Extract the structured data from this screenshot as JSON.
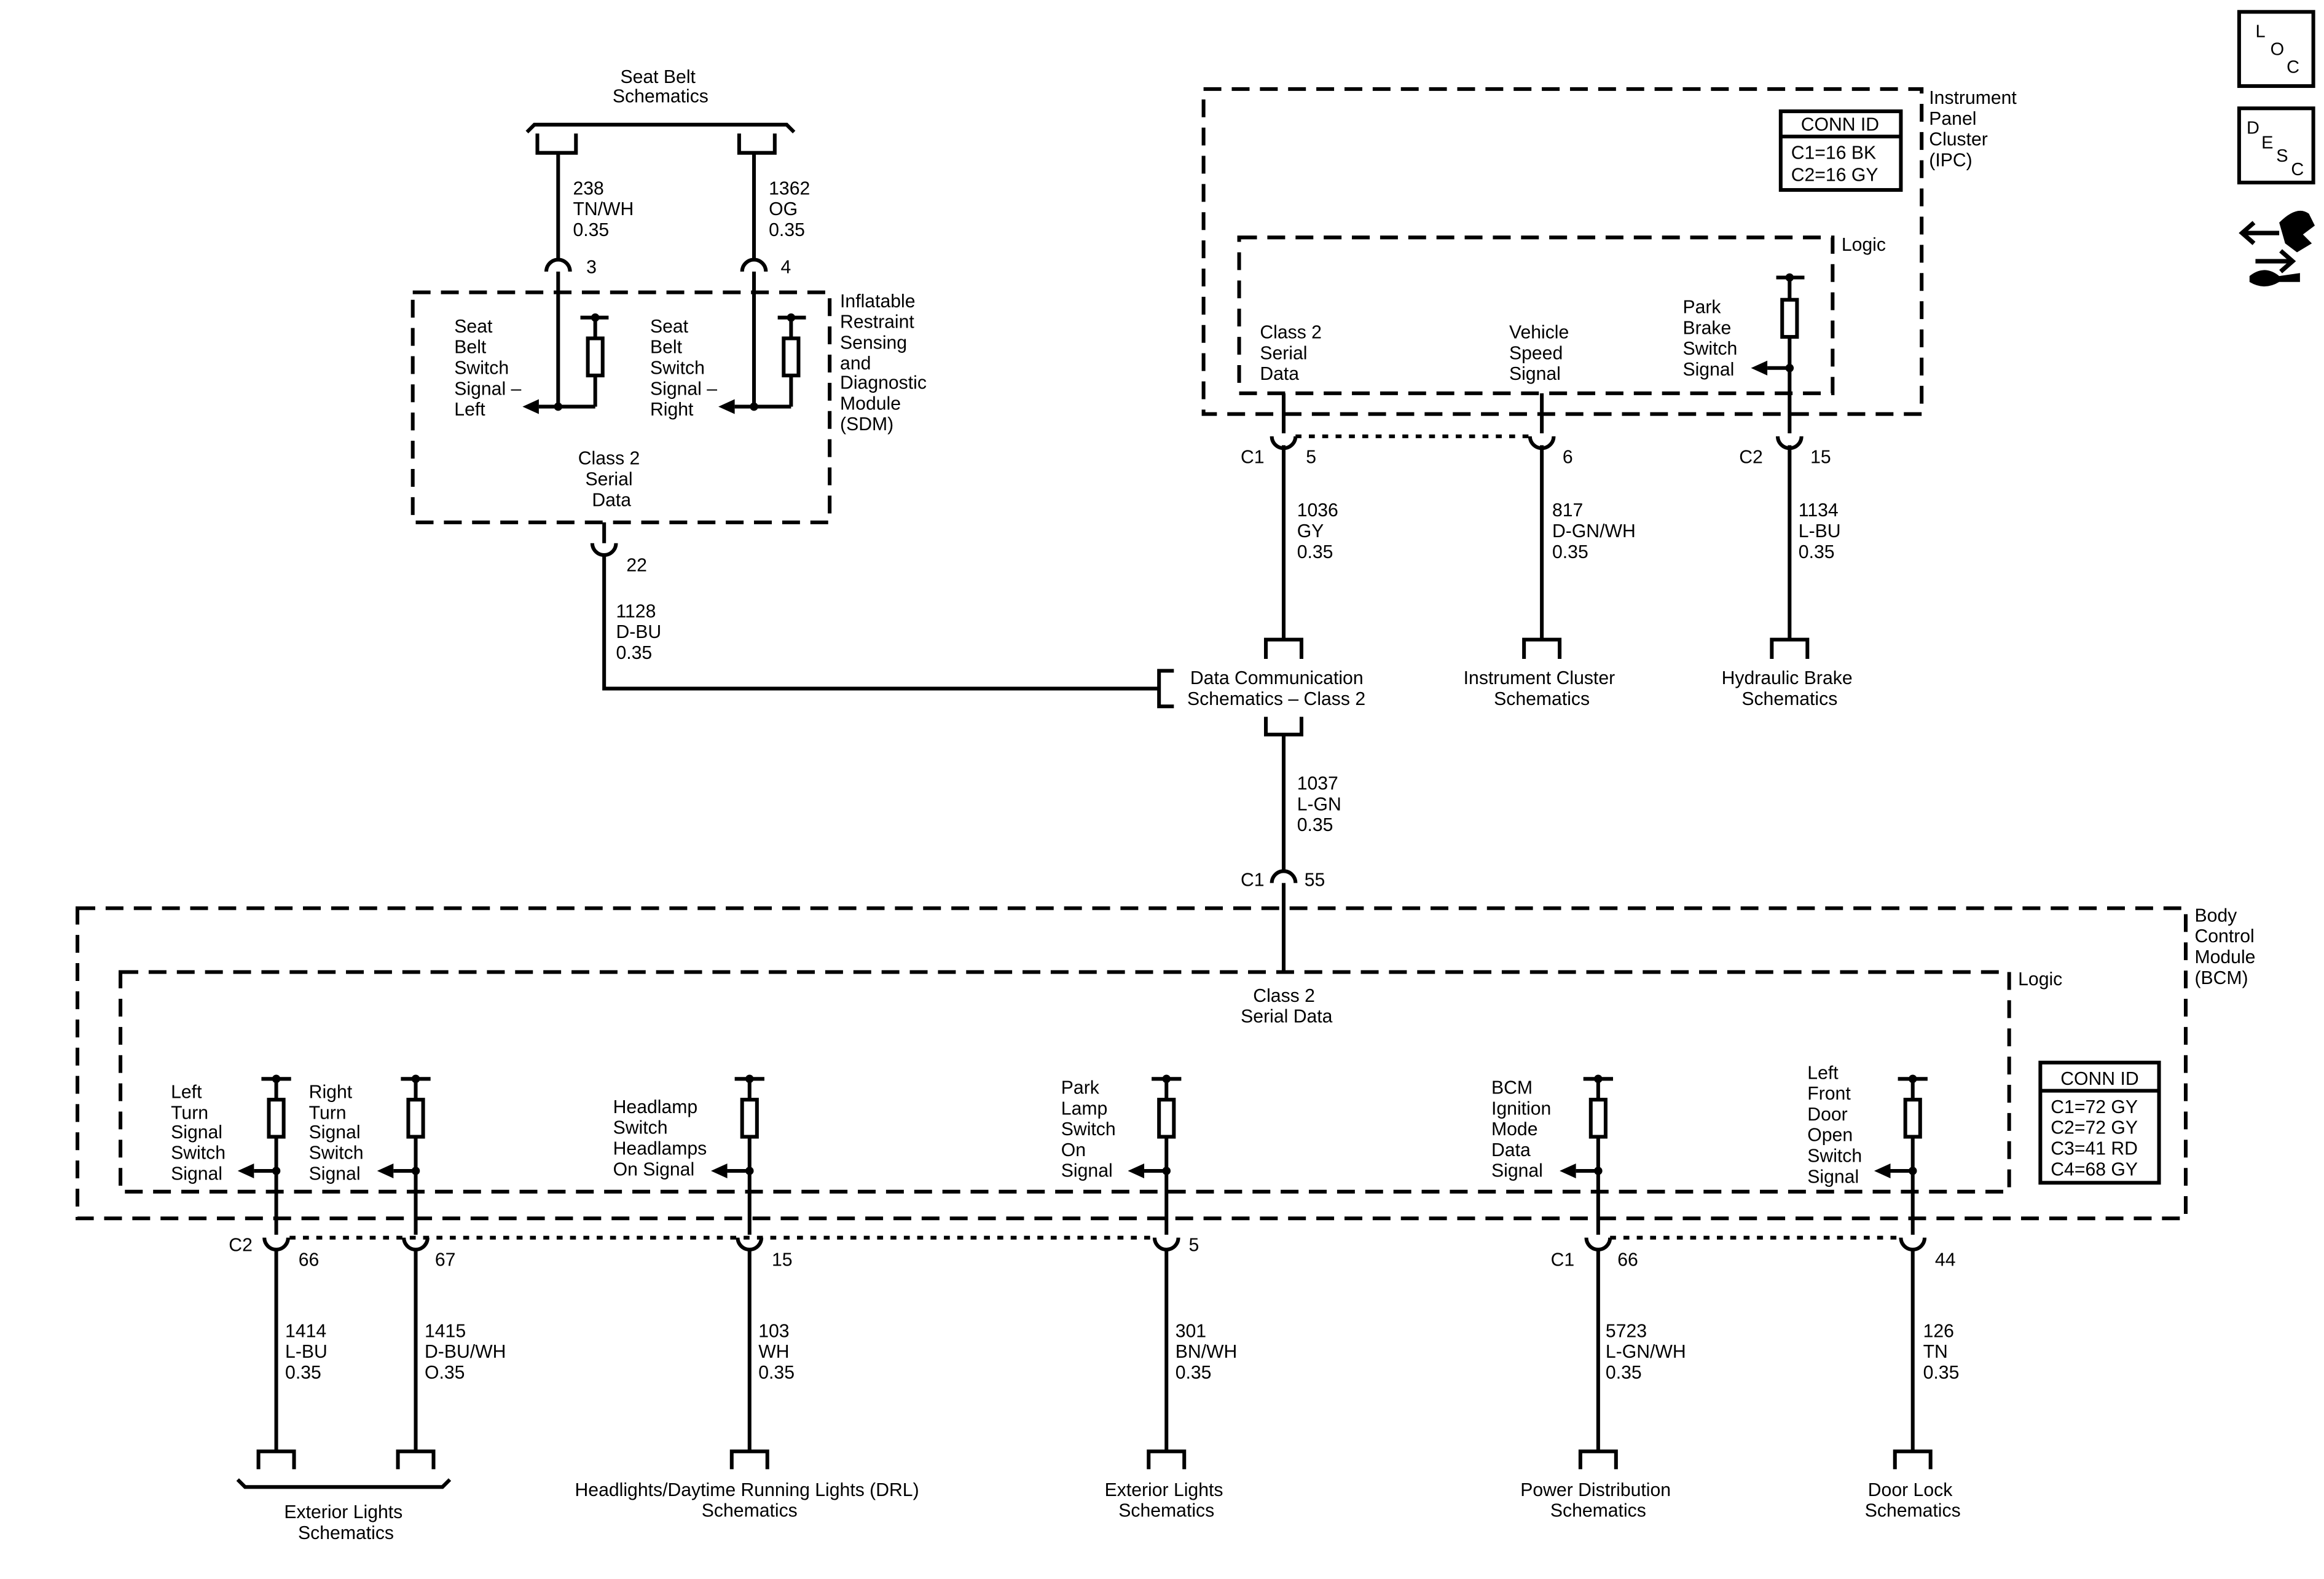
{
  "nav": {
    "loc_letters": [
      "L",
      "O",
      "C"
    ],
    "desc_letters": [
      "D",
      "E",
      "S",
      "C"
    ]
  },
  "seatbelt_top": [
    "Seat Belt",
    "Schematics"
  ],
  "wires": {
    "w238": [
      "238",
      "TN/WH",
      "0.35"
    ],
    "w1362": [
      "1362",
      "OG",
      "0.35"
    ],
    "w1128": [
      "1128",
      "D-BU",
      "0.35"
    ],
    "w1036": [
      "1036",
      "GY",
      "0.35"
    ],
    "w817": [
      "817",
      "D-GN/WH",
      "0.35"
    ],
    "w1134": [
      "1134",
      "L-BU",
      "0.35"
    ],
    "w1037": [
      "1037",
      "L-GN",
      "0.35"
    ],
    "w1414": [
      "1414",
      "L-BU",
      "0.35"
    ],
    "w1415": [
      "1415",
      "D-BU/WH",
      "O.35"
    ],
    "w103": [
      "103",
      "WH",
      "0.35"
    ],
    "w301": [
      "301",
      "BN/WH",
      "0.35"
    ],
    "w5723": [
      "5723",
      "L-GN/WH",
      "0.35"
    ],
    "w126": [
      "126",
      "TN",
      "0.35"
    ]
  },
  "pins": {
    "sdm_3": "3",
    "sdm_4": "4",
    "sdm_22": "22",
    "ipc_c1": "C1",
    "ipc_5": "5",
    "ipc_6": "6",
    "ipc_c2": "C2",
    "ipc_15": "15",
    "bcm_c1": "C1",
    "bcm_55": "55",
    "bcm_c2_left": "C2",
    "bcm_66": "66",
    "bcm_67": "67",
    "bcm_15": "15",
    "bcm_5": "5",
    "bcm_c1_right": "C1",
    "bcm_66b": "66",
    "bcm_44": "44"
  },
  "sdm": {
    "name": [
      "Inflatable",
      "Restraint",
      "Sensing",
      "and",
      "Diagnostic",
      "Module",
      "(SDM)"
    ],
    "left_signal": [
      "Seat",
      "Belt",
      "Switch",
      "Signal –",
      "Left"
    ],
    "right_signal": [
      "Seat",
      "Belt",
      "Switch",
      "Signal –",
      "Right"
    ],
    "class2": [
      "Class 2",
      "Serial",
      "Data"
    ]
  },
  "ipc": {
    "name": [
      "Instrument",
      "Panel",
      "Cluster",
      "(IPC)"
    ],
    "logic": "Logic",
    "conn_title": "CONN ID",
    "conn_rows": [
      "C1=16 BK",
      "C2=16 GY"
    ],
    "class2": [
      "Class 2",
      "Serial",
      "Data"
    ],
    "vss": [
      "Vehicle",
      "Speed",
      "Signal"
    ],
    "park": [
      "Park",
      "Brake",
      "Switch",
      "Signal"
    ]
  },
  "mid": {
    "datacomm": [
      "Data Communication",
      "Schematics – Class 2"
    ],
    "cluster": [
      "Instrument Cluster",
      "Schematics"
    ],
    "hydraulic": [
      "Hydraulic Brake",
      "Schematics"
    ]
  },
  "bcm": {
    "name": [
      "Body",
      "Control",
      "Module",
      "(BCM)"
    ],
    "logic": "Logic",
    "class2": [
      "Class 2",
      "Serial Data"
    ],
    "conn_title": "CONN ID",
    "conn_rows": [
      "C1=72 GY",
      "C2=72 GY",
      "C3=41 RD",
      "C4=68 GY"
    ],
    "sig_left_turn": [
      "Left",
      "Turn",
      "Signal",
      "Switch",
      "Signal"
    ],
    "sig_right_turn": [
      "Right",
      "Turn",
      "Signal",
      "Switch",
      "Signal"
    ],
    "sig_headlamp": [
      "Headlamp",
      "Switch",
      "Headlamps",
      "On Signal"
    ],
    "sig_park": [
      "Park",
      "Lamp",
      "Switch",
      "On",
      "Signal"
    ],
    "sig_ign": [
      "BCM",
      "Ignition",
      "Mode",
      "Data",
      "Signal"
    ],
    "sig_door": [
      "Left",
      "Front",
      "Door",
      "Open",
      "Switch",
      "Signal"
    ]
  },
  "bottom": {
    "ext1": [
      "Exterior Lights",
      "Schematics"
    ],
    "drl": [
      "Headlights/Daytime Running Lights (DRL)",
      "Schematics"
    ],
    "ext2": [
      "Exterior Lights",
      "Schematics"
    ],
    "power": [
      "Power Distribution",
      "Schematics"
    ],
    "door": [
      "Door Lock",
      "Schematics"
    ]
  }
}
